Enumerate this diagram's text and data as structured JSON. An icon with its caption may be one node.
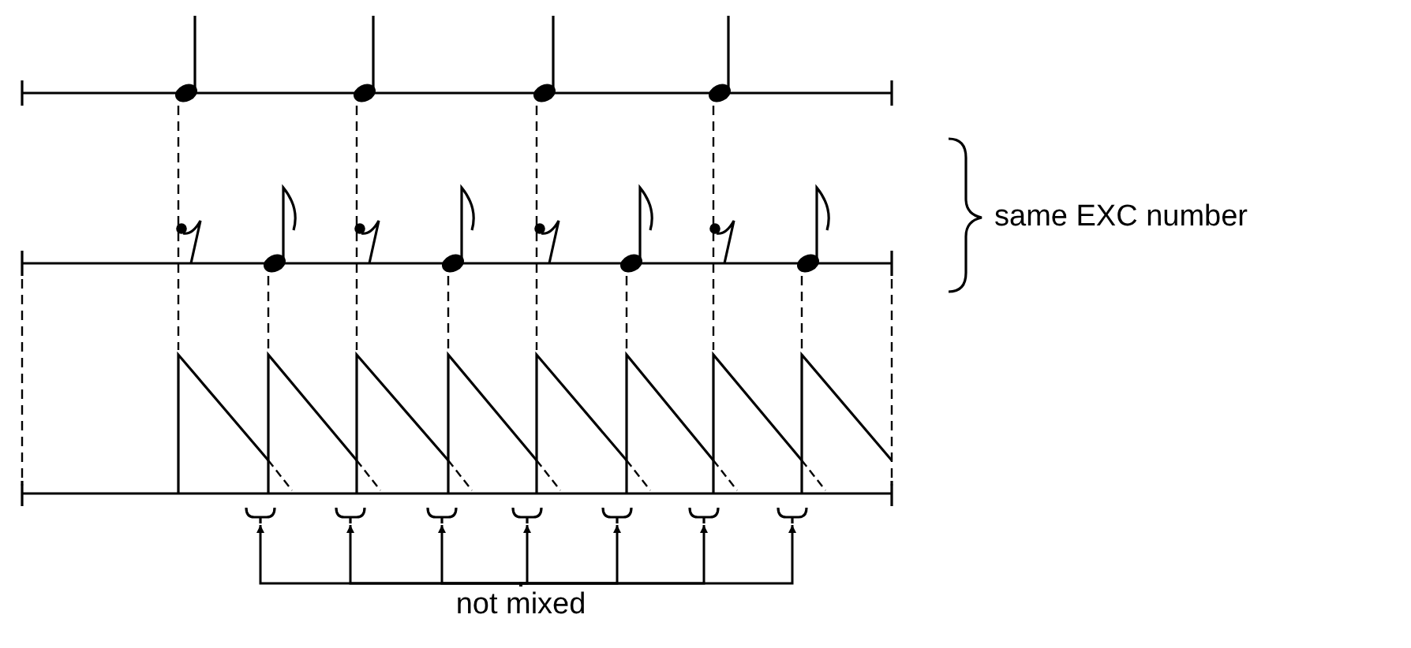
{
  "diagram": {
    "nodes": [
      {
        "text": [
          "not mixed"
        ]
      },
      {
        "text": [],
        "shape": "bracket"
      },
      {
        "text": [],
        "shape": "bracket"
      },
      {
        "text": [],
        "shape": "bracket"
      },
      {
        "text": [],
        "shape": "bracket"
      },
      {
        "text": [],
        "shape": "bracket"
      },
      {
        "text": [],
        "shape": "bracket"
      },
      {
        "text": [],
        "shape": "bracket"
      }
    ],
    "edges": [
      {
        "from": 0,
        "to": 1,
        "arrow": "to"
      },
      {
        "from": 0,
        "to": 2,
        "arrow": "to"
      },
      {
        "from": 0,
        "to": 3,
        "arrow": "to"
      },
      {
        "from": 0,
        "to": 4,
        "arrow": "to"
      },
      {
        "from": 0,
        "to": 5,
        "arrow": "to"
      },
      {
        "from": 0,
        "to": 6,
        "arrow": "to"
      },
      {
        "from": 0,
        "to": 7,
        "arrow": "to"
      }
    ],
    "labels": [
      "same EXC number"
    ]
  }
}
